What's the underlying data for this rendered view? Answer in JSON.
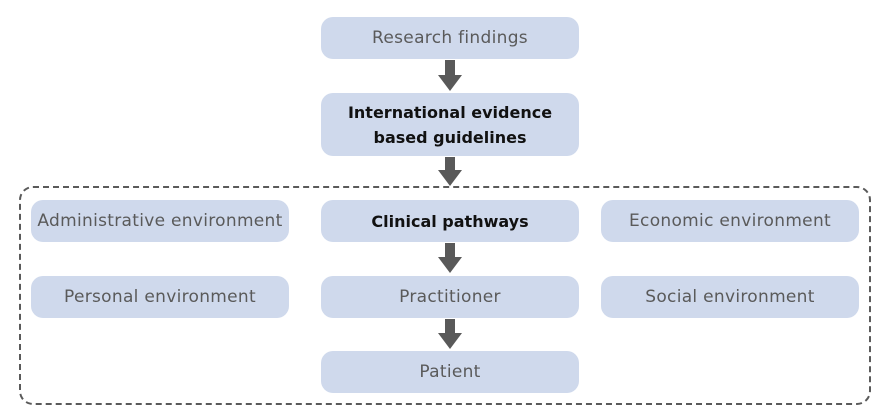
{
  "diagram": {
    "research_findings": "Research findings",
    "guidelines_line1": "International evidence",
    "guidelines_line2": "based guidelines",
    "administrative_environment": "Administrative environment",
    "clinical_pathways": "Clinical pathways",
    "economic_environment": "Economic environment",
    "personal_environment": "Personal environment",
    "practitioner": "Practitioner",
    "social_environment": "Social environment",
    "patient": "Patient"
  },
  "colors": {
    "box_fill": "#cfd9ec",
    "arrow": "#595959",
    "frame": "#5a5a5a"
  }
}
